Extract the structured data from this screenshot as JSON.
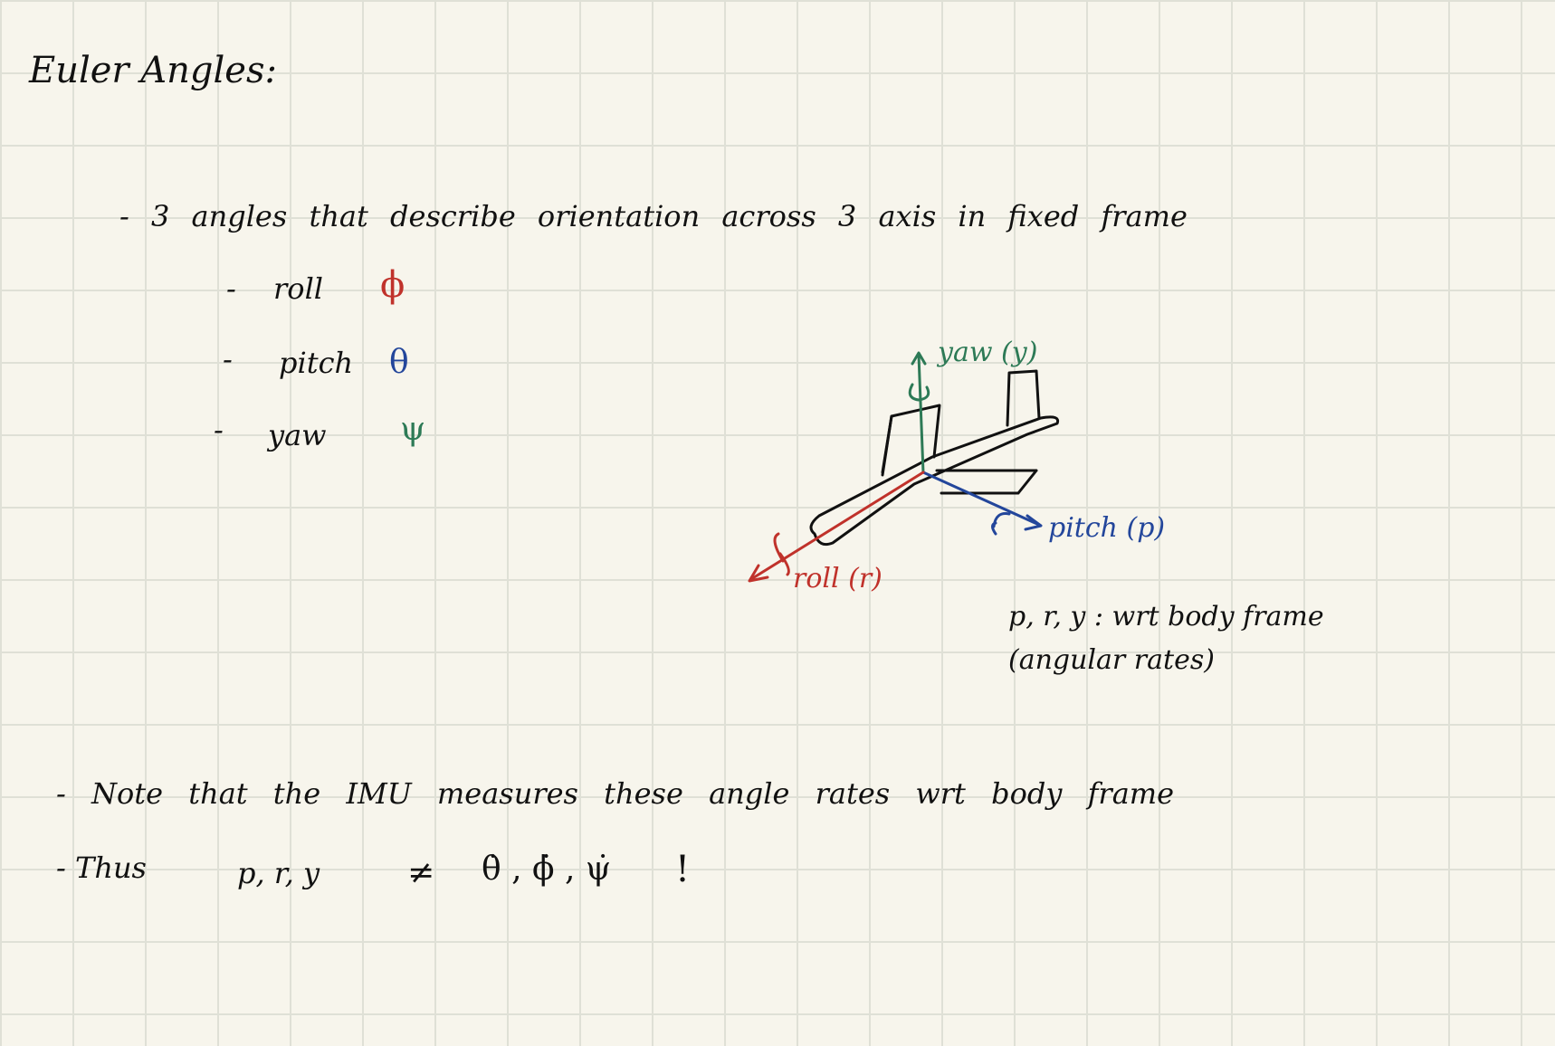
{
  "title": "Euler Angles:",
  "bullets": {
    "intro": "- 3 angles that describe orientation across 3 axis in fixed frame",
    "roll": {
      "dash": "-",
      "label": "roll",
      "symbol": "ϕ",
      "color": "#c0322b"
    },
    "pitch": {
      "dash": "-",
      "label": "pitch",
      "symbol": "θ",
      "color": "#23469b"
    },
    "yaw": {
      "dash": "-",
      "label": "yaw",
      "symbol": "ψ",
      "color": "#2d7a56"
    }
  },
  "diagram": {
    "yaw_label": "yaw (y)",
    "pitch_label": "pitch (p)",
    "roll_label": "roll (r)",
    "note_line1": "p, r, y : wrt body frame",
    "note_line2": "(angular rates)"
  },
  "notes": {
    "line1": "- Note that the IMU measures these angle rates wrt body frame",
    "line2_prefix": "- Thus",
    "line2_lhs": "p, r, y",
    "line2_neq": "≠",
    "line2_rhs": "θ̇ , ϕ̇ , ψ̇",
    "line2_bang": "!"
  },
  "colors": {
    "paper": "#f7f5ec",
    "grid": "#dfe0d6",
    "ink": "#111111",
    "red": "#c0322b",
    "blue": "#23469b",
    "green": "#2d7a56"
  }
}
